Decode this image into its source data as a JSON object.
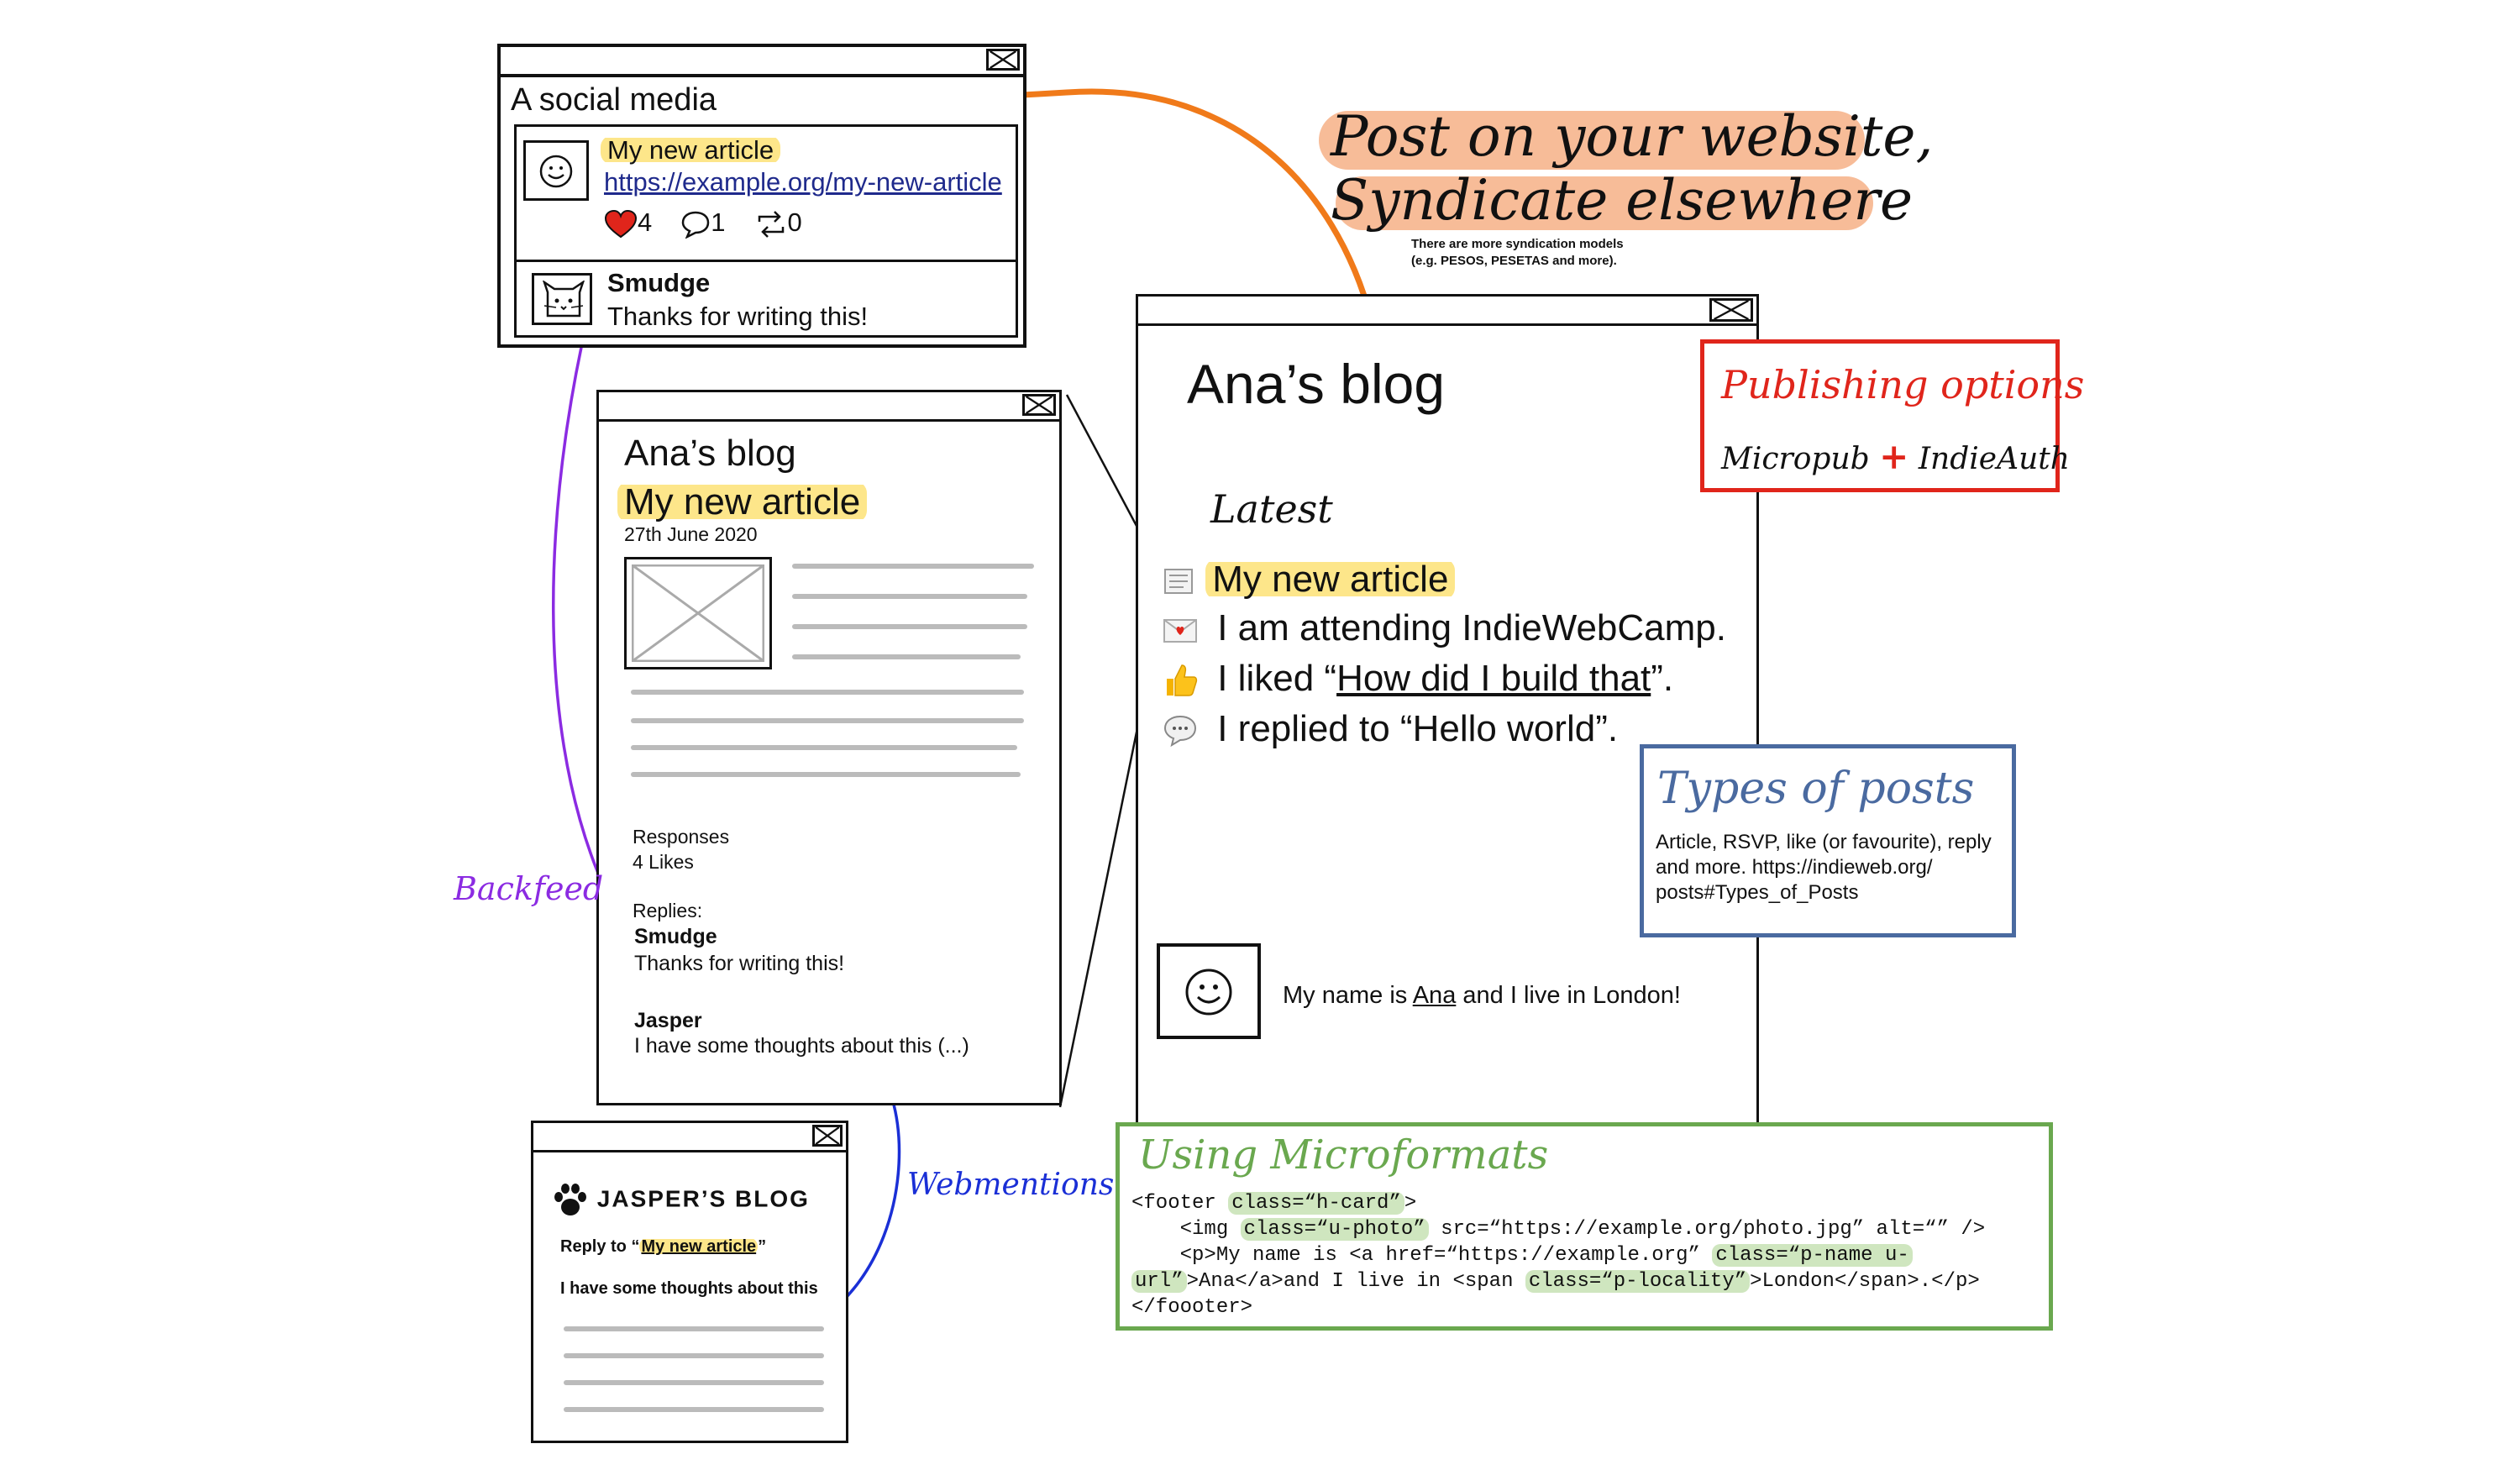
{
  "headline": {
    "line1": "Post on your website,",
    "line2": "Syndicate elsewhere",
    "note_line1": "There are more syndication models",
    "note_line2": "(e.g. PESOS, PESETAS and more)."
  },
  "social_media": {
    "title": "A social media",
    "post_title": "My new article",
    "post_link": "https://example.org/my-new-article",
    "likes": "4",
    "comments": "1",
    "reposts": "0",
    "reply_author": "Smudge",
    "reply_text": "Thanks for writing this!"
  },
  "article_page": {
    "blog_title": "Ana’s blog",
    "article_title": "My new article",
    "date": "27th June 2020",
    "responses_label": "Responses",
    "likes_count": "4 Likes",
    "replies_label": "Replies:",
    "replies": [
      {
        "author": "Smudge",
        "text": "Thanks for writing this!"
      },
      {
        "author": "Jasper",
        "text": "I have some thoughts about this (...)"
      }
    ]
  },
  "blog_home": {
    "title": "Ana’s blog",
    "latest_label": "Latest",
    "posts": [
      {
        "icon": "article-icon",
        "text": "My new article"
      },
      {
        "icon": "rsvp-envelope-icon",
        "text": "I am attending IndieWebCamp."
      },
      {
        "icon": "thumbs-up-icon",
        "prefix": "I liked “",
        "link": "How did I build that",
        "suffix": "”."
      },
      {
        "icon": "speech-bubble-icon",
        "prefix": "I replied to “Hello world”."
      }
    ],
    "hcard_prefix": "My name is ",
    "hcard_name": "Ana",
    "hcard_suffix": " and I live in London!"
  },
  "publishing": {
    "title": "Publishing options",
    "left": "Micropub",
    "plus": "+",
    "right": "IndieAuth"
  },
  "types": {
    "title": "Types of posts",
    "line1": "Article, RSVP, like (or favourite), reply",
    "line2": "and more. https://indieweb.org/",
    "line3": "posts#Types_of_Posts"
  },
  "microformats": {
    "title": "Using Microformats",
    "l1a": "<footer ",
    "l1b": "class=“h-card”",
    "l1c": ">",
    "l2a": "    <img ",
    "l2b": "class=“u-photo”",
    "l2c": " src=“https://example.org/photo.jpg” alt=“” />",
    "l3a": "    <p>My name is <a href=“https://example.org” ",
    "l3b": "class=“p-name u-",
    "l4a": "url”",
    "l4b": ">Ana</a>and I live in <span ",
    "l4c": "class=“p-locality”",
    "l4d": ">London</span>.</p>",
    "l5": "</foooter>"
  },
  "jasper": {
    "title": "Jasper’s blog",
    "reply_prefix": "Reply to “",
    "reply_link": "My new article",
    "reply_suffix": "”",
    "text": "I have some thoughts about this"
  },
  "labels": {
    "backfeed": "Backfeed",
    "webmentions": "Webmentions"
  },
  "colors": {
    "orange": "#f07a1a",
    "purple": "#8b2be2",
    "blue": "#1a2fd6",
    "red": "#e0251b",
    "steel_blue": "#4a6aa0",
    "green": "#6aa84f",
    "highlight_yellow": "#fde68a"
  }
}
